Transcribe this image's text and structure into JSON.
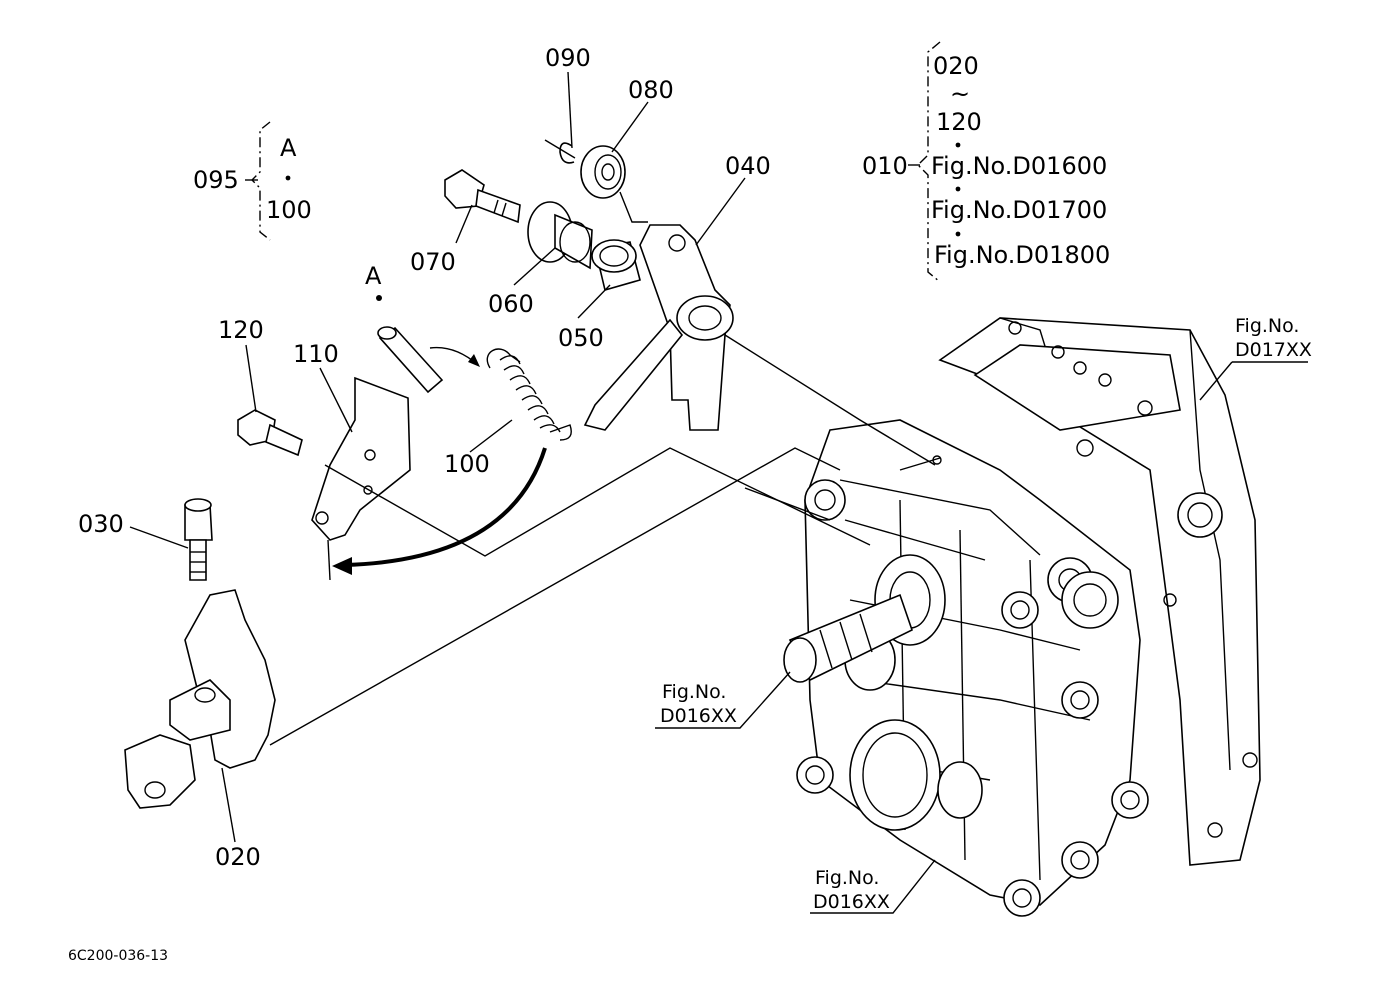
{
  "callouts": {
    "p090": "090",
    "p080": "080",
    "p040": "040",
    "p070": "070",
    "p060": "060",
    "p050": "050",
    "p120": "120",
    "p110": "110",
    "p100": "100",
    "p030": "030",
    "p020": "020",
    "pointA": "A"
  },
  "kit_095": {
    "code": "095",
    "line1": "A",
    "line2": "100"
  },
  "assembly_010": {
    "code": "010",
    "lines": [
      "020",
      "120",
      "Fig.No.D01600",
      "Fig.No.D01700",
      "Fig.No.D01800"
    ]
  },
  "fig_refs": {
    "upper_right": [
      "Fig.No.",
      "D017XX"
    ],
    "middle": [
      "Fig.No.",
      "D016XX"
    ],
    "bottom": [
      "Fig.No.",
      "D016XX"
    ]
  },
  "footer_code": "6C200-036-13"
}
